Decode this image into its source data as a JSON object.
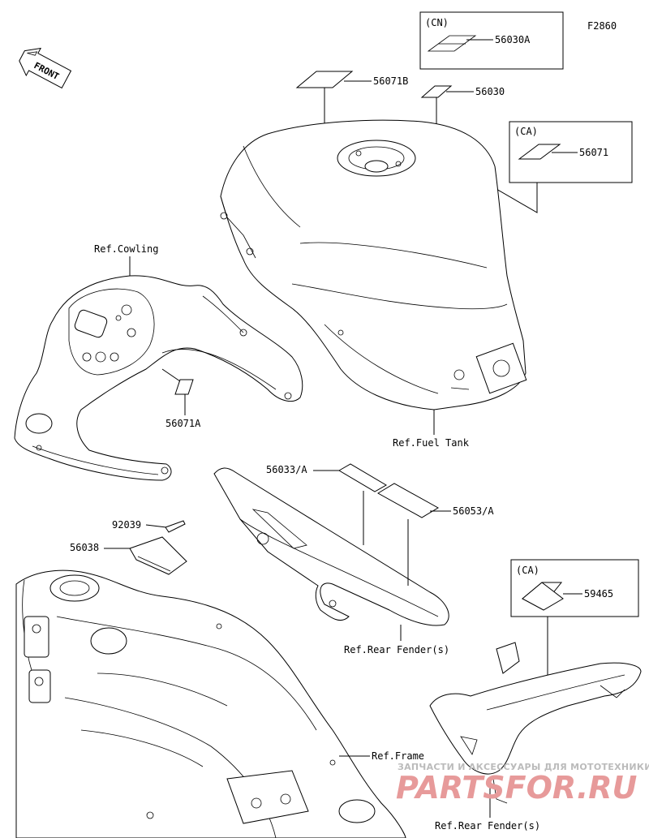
{
  "figure_code": "F2860",
  "front_label": "FRONT",
  "boxes": {
    "cn": {
      "region": "(CN)",
      "part": "56030A"
    },
    "ca_top": {
      "region": "(CA)",
      "part": "56071"
    },
    "ca_bottom": {
      "region": "(CA)",
      "part": "59465"
    }
  },
  "parts": {
    "p56071B": "56071B",
    "p56030": "56030",
    "p56071A": "56071A",
    "p56033A": "56033/A",
    "p56053A": "56053/A",
    "p92039": "92039",
    "p56038": "56038"
  },
  "refs": {
    "cowling": "Ref.Cowling",
    "fuel_tank": "Ref.Fuel Tank",
    "rear_fender_1": "Ref.Rear Fender(s)",
    "frame": "Ref.Frame",
    "rear_fender_2": "Ref.Rear Fender(s)"
  },
  "watermark": {
    "line1": "ЗАПЧАСТИ И АКСЕССУАРЫ ДЛЯ МОТОТЕХНИКИ",
    "line2": "PARTSFOR.RU"
  }
}
